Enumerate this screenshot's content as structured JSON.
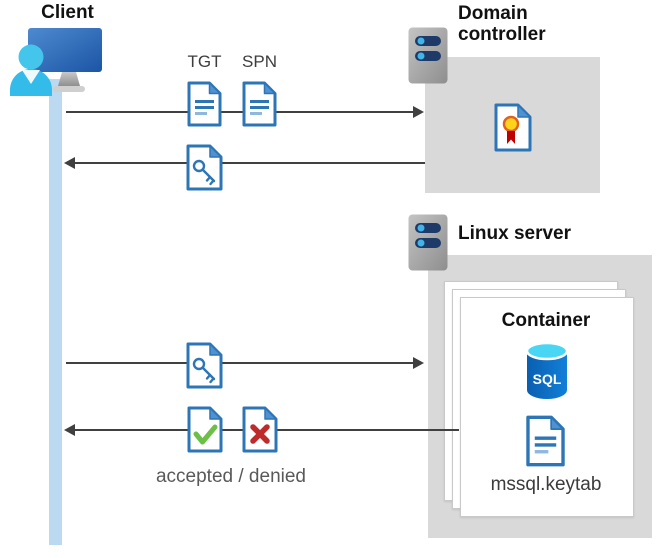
{
  "client": {
    "label": "Client"
  },
  "domain_controller": {
    "label": "Domain controller"
  },
  "linux_server": {
    "label": "Linux server"
  },
  "container": {
    "label": "Container",
    "sql_badge": "SQL",
    "keytab": "mssql.keytab"
  },
  "messages": {
    "tgt": "TGT",
    "spn": "SPN",
    "result": "accepted / denied"
  },
  "icons": {
    "client": "monitor-user-icon",
    "server": "server-icon",
    "certificate": "certificate-document-icon",
    "ticket": "text-document-icon",
    "key": "key-document-icon",
    "accepted": "check-document-icon",
    "denied": "cross-document-icon",
    "sql": "sql-database-icon"
  },
  "colors": {
    "doc-blue": "#2E75B6",
    "fold-blue": "#4E92D2",
    "gray-box": "#D9D9D9",
    "bar-blue": "#BCD9F2",
    "arrow": "#404040",
    "check-green": "#6CBF47",
    "cross-red": "#BE2B2B",
    "ribbon-red": "#C00000",
    "rosette-gold": "#FFD21C",
    "rosette-ring": "#E0611F",
    "server-bar-navy": "#1E3A69",
    "server-dot-blue": "#3FB5E8",
    "sql-body-blue": "#0B6FC4",
    "sql-top-cyan": "#49D6F4",
    "person-cyan": "#35BEE9",
    "monitor-blue-dark": "#1B55A5"
  }
}
